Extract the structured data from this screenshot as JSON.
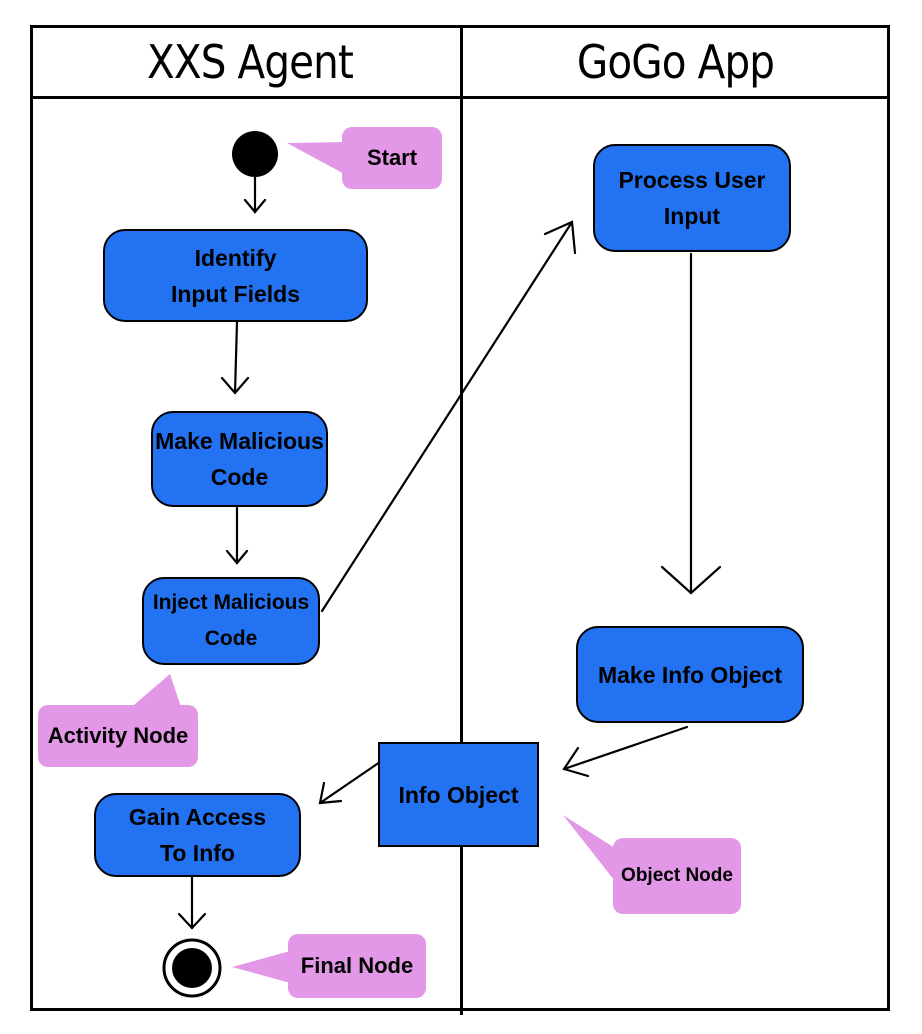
{
  "lanes": {
    "left_title": "XXS Agent",
    "right_title": "GoGo App"
  },
  "nodes": {
    "identify": "Identify\nInput Fields",
    "make_code": "Make Malicious\nCode",
    "inject": "Inject Malicious\nCode",
    "process": "Process User\nInput",
    "make_info": "Make Info Object",
    "info_object": "Info Object",
    "gain_access": "Gain Access\nTo Info"
  },
  "callouts": {
    "start": "Start",
    "activity_node": "Activity Node",
    "object_node": "Object Node",
    "final_node": "Final Node"
  },
  "colors": {
    "node_fill": "#2272f2",
    "callout_fill": "#e298e6",
    "line": "#000000"
  }
}
